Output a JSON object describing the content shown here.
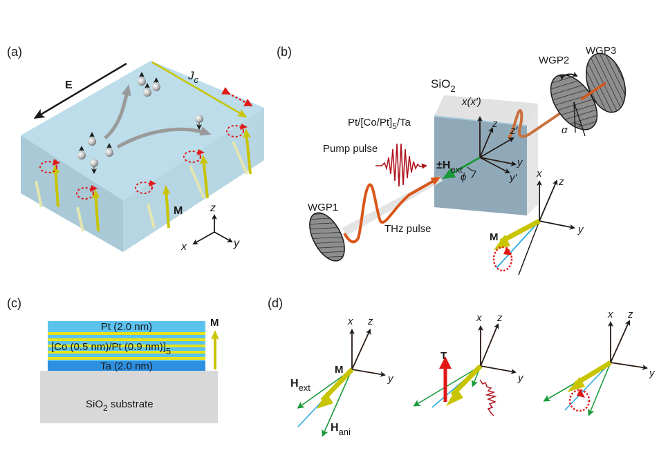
{
  "figure": {
    "panels": {
      "a": {
        "label": "(a)",
        "E": "E",
        "Jc_main": "J",
        "Jc_sub": "c",
        "M": "M",
        "axes": {
          "x": "x",
          "y": "y",
          "z": "z"
        }
      },
      "b": {
        "label": "(b)",
        "sio2_main": "SiO",
        "sio2_sub": "2",
        "stack_pre": "Pt/[Co/Pt]",
        "stack_sub": "5",
        "stack_post": "/Ta",
        "pump": "Pump pulse",
        "thz": "THz pulse",
        "hext_main": "±H",
        "hext_sub": "ext",
        "phi": "ϕ",
        "alpha": "α",
        "wgp1": "WGP1",
        "wgp2": "WGP2",
        "wgp3": "WGP3",
        "x_xp": "x(x′)",
        "z": "z",
        "zp": "z′",
        "y": "y",
        "yp": "y′",
        "M": "M",
        "axes2": {
          "x": "x",
          "y": "y",
          "z": "z"
        }
      },
      "c": {
        "label": "(c)",
        "pt": "Pt (2.0 nm)",
        "co_main": "[Co (0.5 nm)/Pt (0.9 nm)]",
        "co_sub": "5",
        "ta": "Ta (2.0 nm)",
        "sub_main": "SiO",
        "sub_sub": "2",
        "sub_post": " substrate",
        "M": "M"
      },
      "d": {
        "label": "(d)",
        "M": "M",
        "hext_main": "H",
        "hext_sub": "ext",
        "hani_main": "H",
        "hani_sub": "ani",
        "T": "T",
        "axes": {
          "x": "x",
          "y": "y",
          "z": "z"
        }
      }
    },
    "colors": {
      "slab_top": "#bcdde9",
      "slab_front": "#a9cbd9",
      "slab_side": "#b7d6e3",
      "sample_front": "#8aa6b6",
      "sample_side": "#dcdcdc",
      "magnetization": "#c8c400",
      "precession": "#e01818",
      "field": "#1a9a3a",
      "thz": "#d9571a",
      "pump": "#b0141e",
      "easy_axis": "#2aa8e0",
      "pt_layer": "#5cc3ef",
      "co_layer": "#e6e21a",
      "ta_layer": "#2e8fe0",
      "substrate": "#d8d8d8"
    }
  }
}
